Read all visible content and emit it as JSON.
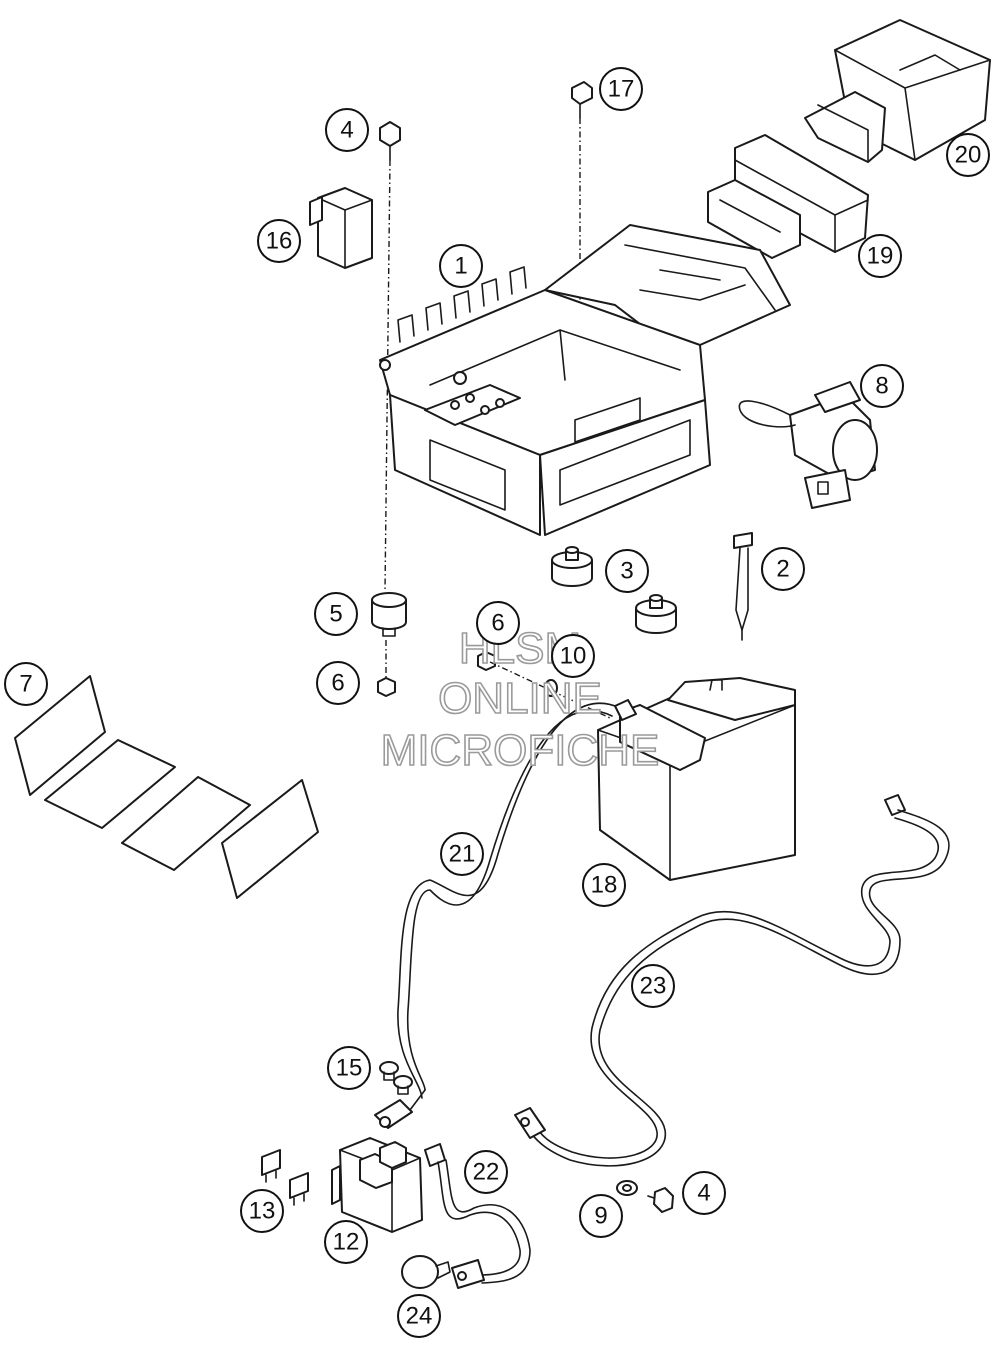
{
  "callouts": [
    {
      "id": "c1",
      "label": "1"
    },
    {
      "id": "c2",
      "label": "2"
    },
    {
      "id": "c3",
      "label": "3"
    },
    {
      "id": "c4a",
      "label": "4"
    },
    {
      "id": "c4b",
      "label": "4"
    },
    {
      "id": "c5",
      "label": "5"
    },
    {
      "id": "c6a",
      "label": "6"
    },
    {
      "id": "c6b",
      "label": "6"
    },
    {
      "id": "c7",
      "label": "7"
    },
    {
      "id": "c8",
      "label": "8"
    },
    {
      "id": "c9",
      "label": "9"
    },
    {
      "id": "c10",
      "label": "10"
    },
    {
      "id": "c12",
      "label": "12"
    },
    {
      "id": "c13",
      "label": "13"
    },
    {
      "id": "c15",
      "label": "15"
    },
    {
      "id": "c16",
      "label": "16"
    },
    {
      "id": "c17",
      "label": "17"
    },
    {
      "id": "c18",
      "label": "18"
    },
    {
      "id": "c19",
      "label": "19"
    },
    {
      "id": "c20",
      "label": "20"
    },
    {
      "id": "c21",
      "label": "21"
    },
    {
      "id": "c22",
      "label": "22"
    },
    {
      "id": "c23",
      "label": "23"
    },
    {
      "id": "c24",
      "label": "24"
    }
  ],
  "watermark": {
    "line1": "HLSM",
    "line2": "ONLINE",
    "line3": "MICROFICHE"
  }
}
